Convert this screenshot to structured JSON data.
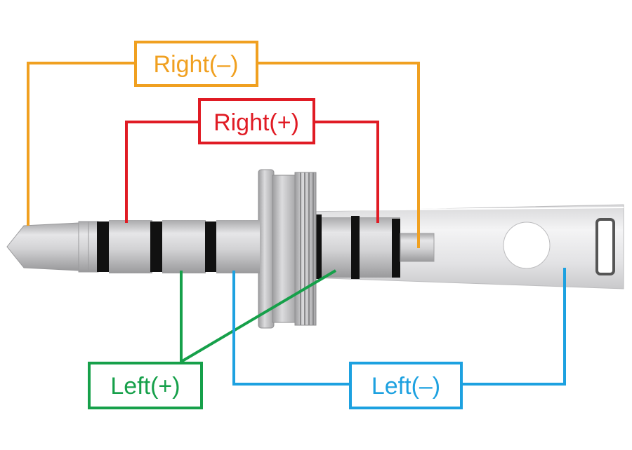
{
  "labels": {
    "right_minus": "Right(–)",
    "right_plus": "Right(+)",
    "left_plus": "Left(+)",
    "left_minus": "Left(–)"
  },
  "colors": {
    "right_minus": "#f0a020",
    "right_plus": "#e01b24",
    "left_plus": "#16a04a",
    "left_minus": "#1da1e0",
    "metal": "#c8c8ca",
    "insulator": "#111111"
  }
}
